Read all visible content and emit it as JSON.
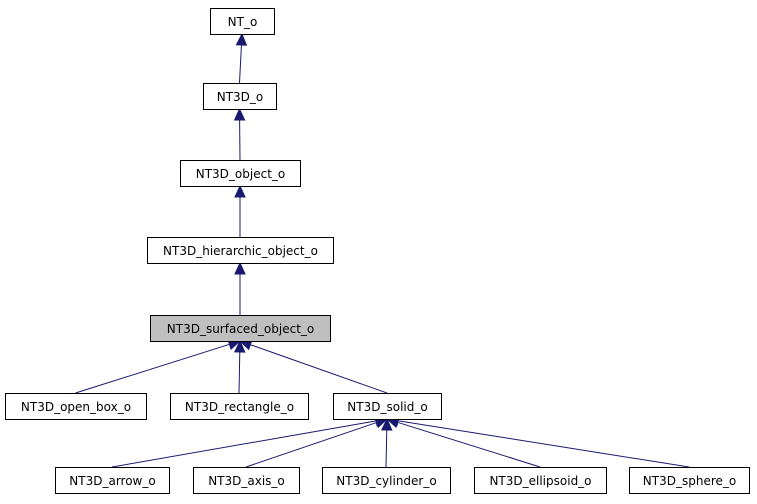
{
  "diagram": {
    "title": "",
    "colors": {
      "edge": "#191970",
      "node_border": "#000000",
      "highlight_fill": "#bfbfbf",
      "background": "#ffffff"
    },
    "nodes": [
      {
        "id": "nt_o",
        "label": "NT_o"
      },
      {
        "id": "nt3d_o",
        "label": "NT3D_o"
      },
      {
        "id": "nt3d_object_o",
        "label": "NT3D_object_o"
      },
      {
        "id": "nt3d_hierarchic_object_o",
        "label": "NT3D_hierarchic_object_o"
      },
      {
        "id": "nt3d_surfaced_object_o",
        "label": "NT3D_surfaced_object_o",
        "highlighted": true
      },
      {
        "id": "nt3d_open_box_o",
        "label": "NT3D_open_box_o"
      },
      {
        "id": "nt3d_rectangle_o",
        "label": "NT3D_rectangle_o"
      },
      {
        "id": "nt3d_solid_o",
        "label": "NT3D_solid_o"
      },
      {
        "id": "nt3d_arrow_o",
        "label": "NT3D_arrow_o"
      },
      {
        "id": "nt3d_axis_o",
        "label": "NT3D_axis_o"
      },
      {
        "id": "nt3d_cylinder_o",
        "label": "NT3D_cylinder_o"
      },
      {
        "id": "nt3d_ellipsoid_o",
        "label": "NT3D_ellipsoid_o"
      },
      {
        "id": "nt3d_sphere_o",
        "label": "NT3D_sphere_o"
      }
    ],
    "edges": [
      {
        "from": "nt3d_o",
        "to": "nt_o"
      },
      {
        "from": "nt3d_object_o",
        "to": "nt3d_o"
      },
      {
        "from": "nt3d_hierarchic_object_o",
        "to": "nt3d_object_o"
      },
      {
        "from": "nt3d_surfaced_object_o",
        "to": "nt3d_hierarchic_object_o"
      },
      {
        "from": "nt3d_open_box_o",
        "to": "nt3d_surfaced_object_o"
      },
      {
        "from": "nt3d_rectangle_o",
        "to": "nt3d_surfaced_object_o"
      },
      {
        "from": "nt3d_solid_o",
        "to": "nt3d_surfaced_object_o"
      },
      {
        "from": "nt3d_arrow_o",
        "to": "nt3d_solid_o"
      },
      {
        "from": "nt3d_axis_o",
        "to": "nt3d_solid_o"
      },
      {
        "from": "nt3d_cylinder_o",
        "to": "nt3d_solid_o"
      },
      {
        "from": "nt3d_ellipsoid_o",
        "to": "nt3d_solid_o"
      },
      {
        "from": "nt3d_sphere_o",
        "to": "nt3d_solid_o"
      }
    ]
  }
}
